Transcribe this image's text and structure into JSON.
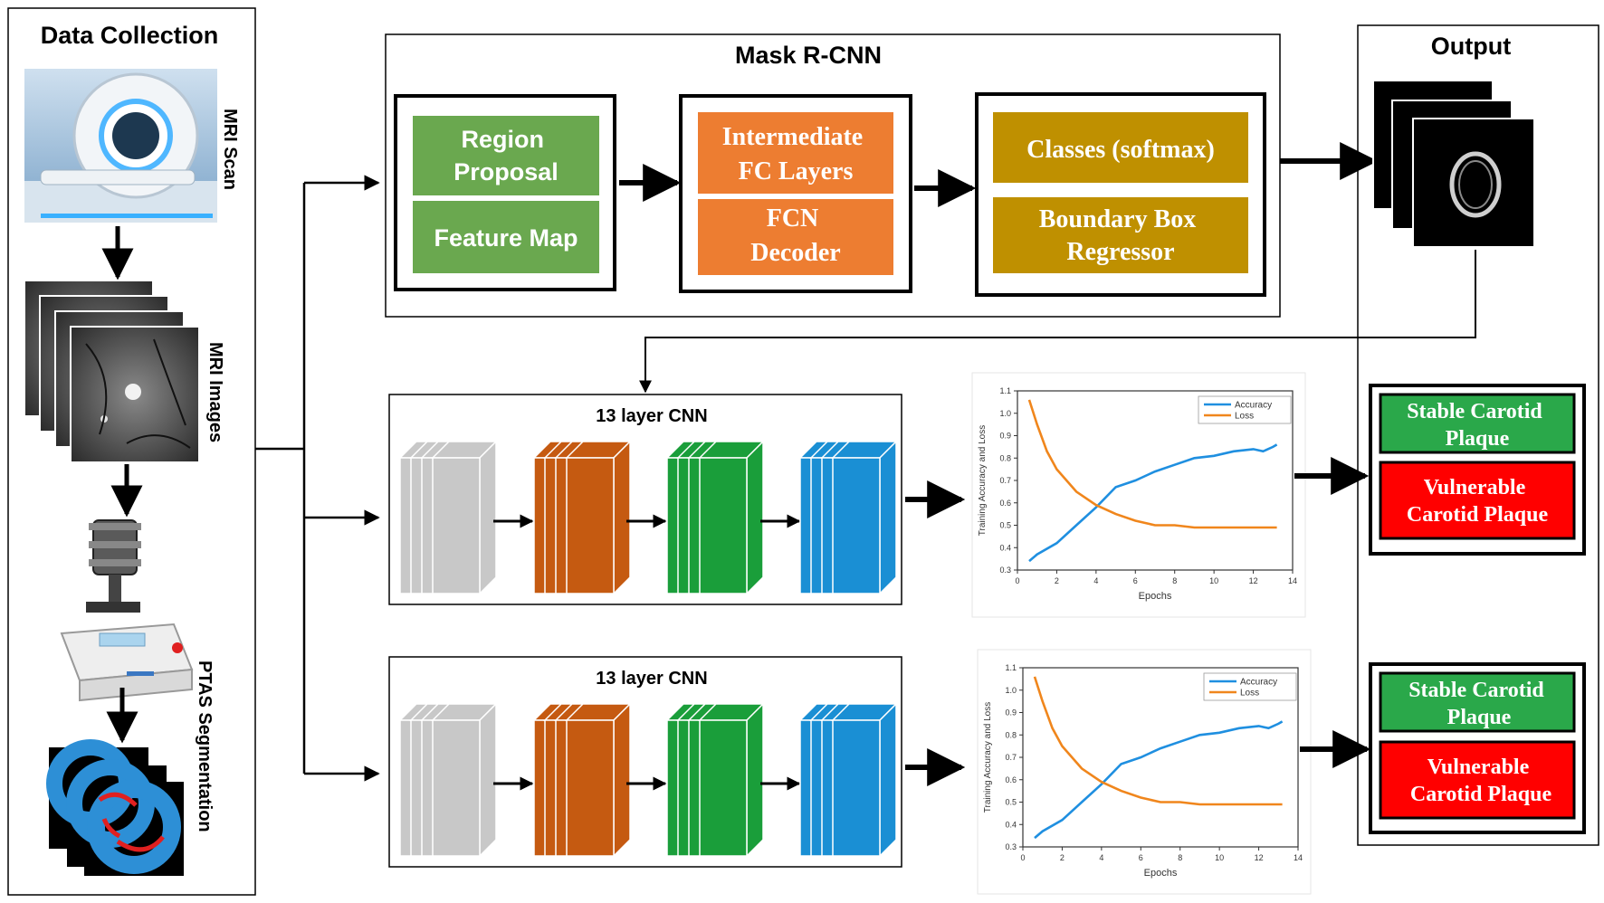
{
  "data_collection": {
    "title": "Data Collection",
    "mri_scan_label": "MRI Scan",
    "mri_images_label": "MRI Images",
    "ptas_label": "PTAS Segmentation"
  },
  "mask_rcnn": {
    "title": "Mask R-CNN",
    "region_proposal": [
      "Region",
      "Proposal"
    ],
    "feature_map": "Feature Map",
    "intermediate_fc": [
      "Intermediate",
      "FC Layers"
    ],
    "fcn_decoder": [
      "FCN",
      "Decoder"
    ],
    "classes": "Classes (softmax)",
    "bbox_regressor": [
      "Boundary Box",
      "Regressor"
    ]
  },
  "output": {
    "title": "Output"
  },
  "cnn_pipelines": [
    {
      "title": "13 layer CNN",
      "stable_label": [
        "Stable Carotid",
        "Plaque"
      ],
      "vulnerable_label": [
        "Vulnerable",
        "Carotid Plaque"
      ]
    },
    {
      "title": "13 layer CNN",
      "stable_label": [
        "Stable Carotid",
        "Plaque"
      ],
      "vulnerable_label": [
        "Vulnerable",
        "Carotid Plaque"
      ]
    }
  ],
  "colors": {
    "green": "#6aa84f",
    "orange": "#ed7d31",
    "gold": "#bf9000",
    "stable": "#2aa84a",
    "vulnerable": "#ff0000",
    "layer_gray": "#c8c8c8",
    "layer_orange": "#c55a11",
    "layer_green": "#1a9e3a",
    "layer_blue": "#1a8fd4",
    "accuracy": "#1f8fe0",
    "loss": "#f0861c"
  },
  "chart_data": [
    {
      "type": "line",
      "xlabel": "Epochs",
      "ylabel": "Training Accuracy and Loss",
      "xlim": [
        0,
        14
      ],
      "ylim": [
        0.3,
        1.1
      ],
      "xticks": [
        0,
        2,
        4,
        6,
        8,
        10,
        12,
        14
      ],
      "yticks": [
        0.3,
        0.4,
        0.5,
        0.6,
        0.7,
        0.8,
        0.9,
        1.0,
        1.1
      ],
      "legend": "top-right",
      "series": [
        {
          "name": "Accuracy",
          "x": [
            0.6,
            1.0,
            2.0,
            3.0,
            4.0,
            5.0,
            6.0,
            7.0,
            8.0,
            9.0,
            10.0,
            11.0,
            12.0,
            12.5,
            13.0,
            13.2
          ],
          "y": [
            0.34,
            0.37,
            0.42,
            0.5,
            0.58,
            0.67,
            0.7,
            0.74,
            0.77,
            0.8,
            0.81,
            0.83,
            0.84,
            0.83,
            0.85,
            0.86
          ]
        },
        {
          "name": "Loss",
          "x": [
            0.6,
            1.0,
            1.5,
            2.0,
            3.0,
            4.0,
            5.0,
            6.0,
            7.0,
            8.0,
            9.0,
            10.0,
            11.0,
            12.0,
            13.2
          ],
          "y": [
            1.06,
            0.95,
            0.83,
            0.75,
            0.65,
            0.59,
            0.55,
            0.52,
            0.5,
            0.5,
            0.49,
            0.49,
            0.49,
            0.49,
            0.49
          ]
        }
      ]
    },
    {
      "type": "line",
      "xlabel": "Epochs",
      "ylabel": "Training Accuracy and Loss",
      "xlim": [
        0,
        14
      ],
      "ylim": [
        0.3,
        1.1
      ],
      "xticks": [
        0,
        2,
        4,
        6,
        8,
        10,
        12,
        14
      ],
      "yticks": [
        0.3,
        0.4,
        0.5,
        0.6,
        0.7,
        0.8,
        0.9,
        1.0,
        1.1
      ],
      "legend": "top-right",
      "series": [
        {
          "name": "Accuracy",
          "x": [
            0.6,
            1.0,
            2.0,
            3.0,
            4.0,
            5.0,
            6.0,
            7.0,
            8.0,
            9.0,
            10.0,
            11.0,
            12.0,
            12.5,
            13.0,
            13.2
          ],
          "y": [
            0.34,
            0.37,
            0.42,
            0.5,
            0.58,
            0.67,
            0.7,
            0.74,
            0.77,
            0.8,
            0.81,
            0.83,
            0.84,
            0.83,
            0.85,
            0.86
          ]
        },
        {
          "name": "Loss",
          "x": [
            0.6,
            1.0,
            1.5,
            2.0,
            3.0,
            4.0,
            5.0,
            6.0,
            7.0,
            8.0,
            9.0,
            10.0,
            11.0,
            12.0,
            13.2
          ],
          "y": [
            1.06,
            0.95,
            0.83,
            0.75,
            0.65,
            0.59,
            0.55,
            0.52,
            0.5,
            0.5,
            0.49,
            0.49,
            0.49,
            0.49,
            0.49
          ]
        }
      ]
    }
  ]
}
